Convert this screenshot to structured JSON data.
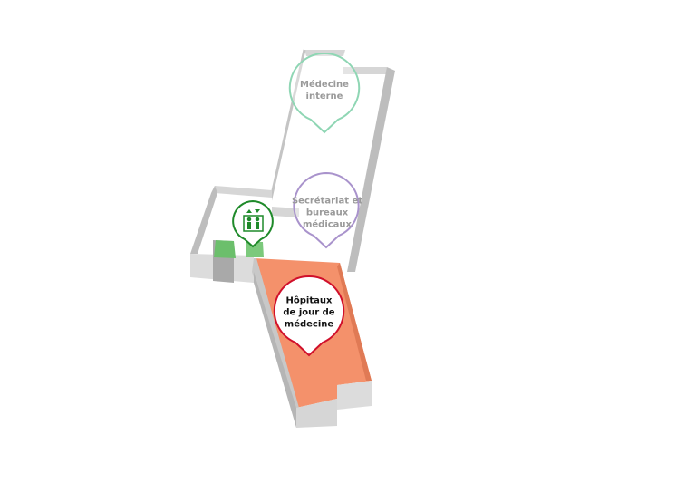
{
  "map": {
    "rooms": [
      {
        "id": "medecine-interne",
        "label_lines": [
          "Médecine",
          "interne"
        ],
        "color": "#8fd6b4",
        "text_color": "#9a9a9a"
      },
      {
        "id": "secretariat",
        "label_lines": [
          "Secrétariat et",
          "bureaux",
          "médicaux"
        ],
        "color": "#a993cc",
        "text_color": "#9a9a9a"
      },
      {
        "id": "hopitaux-de-jour",
        "label_lines": [
          "Hôpitaux",
          "de jour de",
          "médecine"
        ],
        "color": "#d0102b",
        "text_color": "#111111",
        "highlight": "#f4916b",
        "selected": true
      }
    ],
    "elevator": {
      "icon": "elevator-icon",
      "color": "#1f8a2a"
    }
  }
}
